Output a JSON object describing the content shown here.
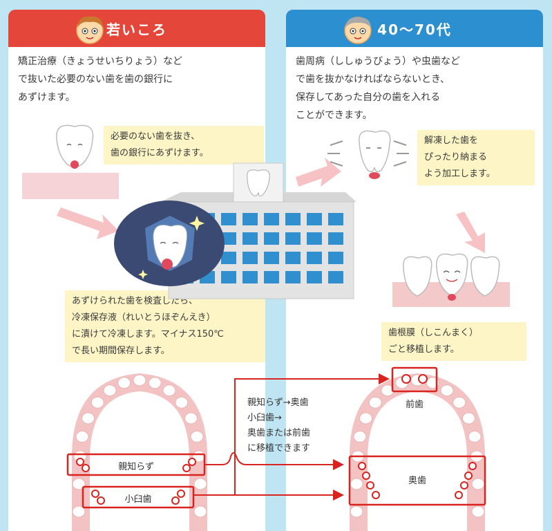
{
  "left": {
    "header": "若いころ",
    "intro": [
      "矯正治療（きょうせいちりょう）など",
      "で抜いた必要のない歯を歯の銀行に",
      "あずけます。"
    ],
    "note1": [
      "必要のない歯を抜き、",
      "歯の銀行にあずけます。"
    ],
    "note2": [
      "あずけられた歯を検査したら、",
      "冷凍保存液（れいとうほぞんえき）",
      "に漬けて冷凍します。マイナス150℃",
      "で長い期間保存します。"
    ],
    "label_wisdom": "親知らず",
    "label_premolar": "小臼歯"
  },
  "right": {
    "header": "40〜70代",
    "intro": [
      "歯周病（ししゅうびょう）や虫歯など",
      "で歯を抜かなければならないとき、",
      "保存してあった自分の歯を入れる",
      "ことができます。"
    ],
    "note1": [
      "解凍した歯を",
      "ぴったり納まる",
      "よう加工します。"
    ],
    "note2": [
      "歯根膜（しこんまく）",
      "ごと移植します。"
    ],
    "label_front": "前歯",
    "label_back": "奥歯"
  },
  "center": {
    "transfer_note": [
      "親知らず→奥歯",
      "小臼歯→",
      "奥歯または前歯",
      "に移植できます"
    ]
  },
  "colors": {
    "red": "#e4473a",
    "blue": "#2b8fd0",
    "note_bg": "#fdf5c6",
    "gum": "#f3c9c9",
    "mouth_outline": "#d9231f"
  }
}
